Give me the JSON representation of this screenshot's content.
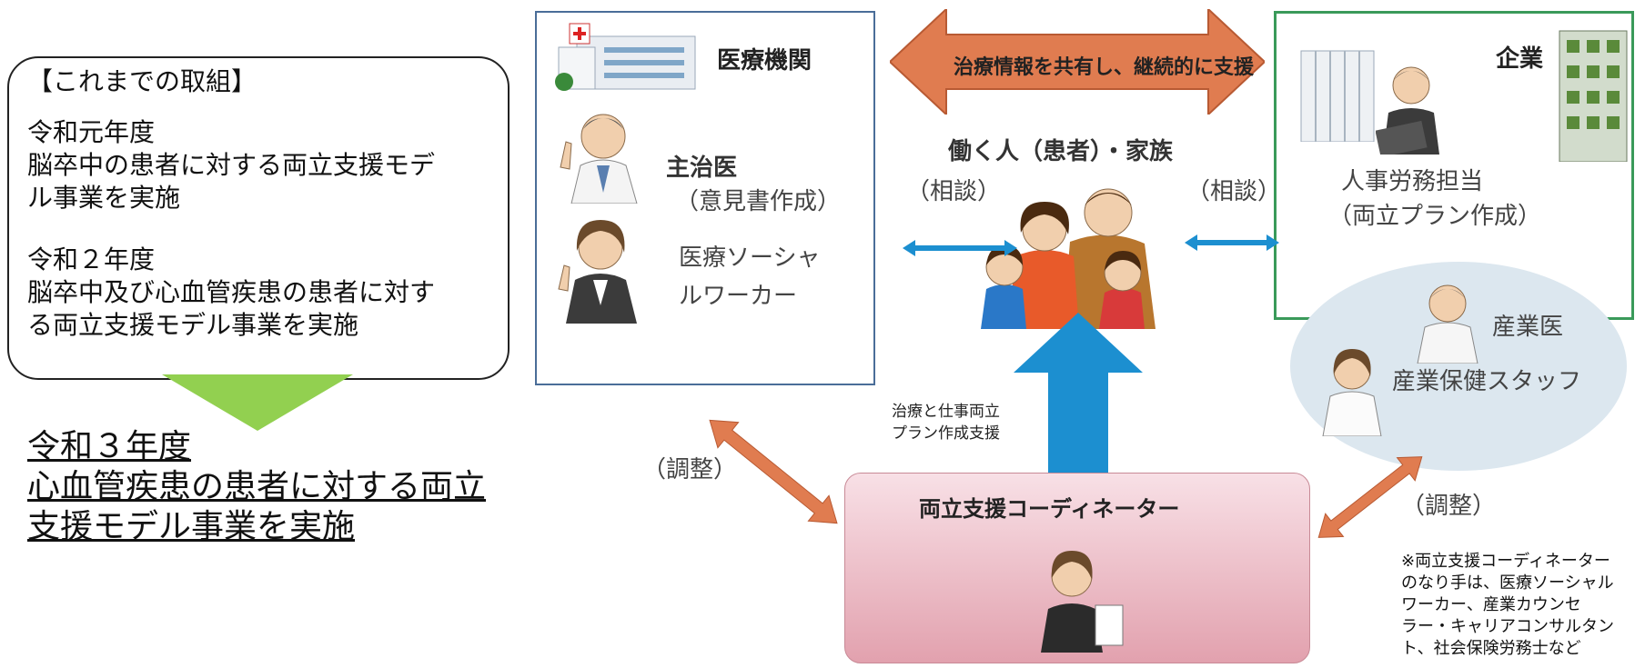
{
  "history": {
    "heading": "【これまでの取組】",
    "year1": "令和元年度",
    "item1_line1": "脳卒中の患者に対する両立支援モデ",
    "item1_line2": "ル事業を実施",
    "year2": "令和２年度",
    "item2_line1": "脳卒中及び心血管疾患の患者に対す",
    "item2_line2": "る両立支援モデル事業を実施"
  },
  "current": {
    "year": "令和３年度",
    "line1": "心血管疾患の患者に対する両立",
    "line2": "支援モデル事業を実施"
  },
  "medical": {
    "title": "医療機関",
    "doctor": "主治医",
    "doctor_role": "（意見書作成）",
    "msw_line1": "医療ソーシャ",
    "msw_line2": "ルワーカー"
  },
  "center": {
    "share_label": "治療情報を共有し、継続的に支援",
    "worker_title": "働く人（患者）・家族",
    "consult_left": "（相談）",
    "consult_right": "（相談）",
    "support_line1": "治療と仕事両立",
    "support_line2": "プラン作成支援"
  },
  "company": {
    "title": "企業",
    "hr_line1": "人事労務担当",
    "hr_line2": "（両立プラン作成）",
    "occupational_doctor": "産業医",
    "health_staff": "産業保健スタッフ"
  },
  "coordinator": {
    "title": "両立支援コーディネーター",
    "adjust_left": "（調整）",
    "adjust_right": "（調整）"
  },
  "footnote": {
    "line1": "※両立支援コーディネーター",
    "line2": "のなり手は、医療ソーシャル",
    "line3": "ワーカー、産業カウンセ",
    "line4": "ラー・キャリアコンサルタン",
    "line5": "ト、社会保険労務士など"
  },
  "colors": {
    "green_arrow": "#92d050",
    "orange_arrow": "#e07c50",
    "blue_arrow": "#1c8fd0",
    "medical_border": "#4a6d98",
    "company_border": "#3a9a5a",
    "coordinator_fill": "#eab4bf"
  }
}
